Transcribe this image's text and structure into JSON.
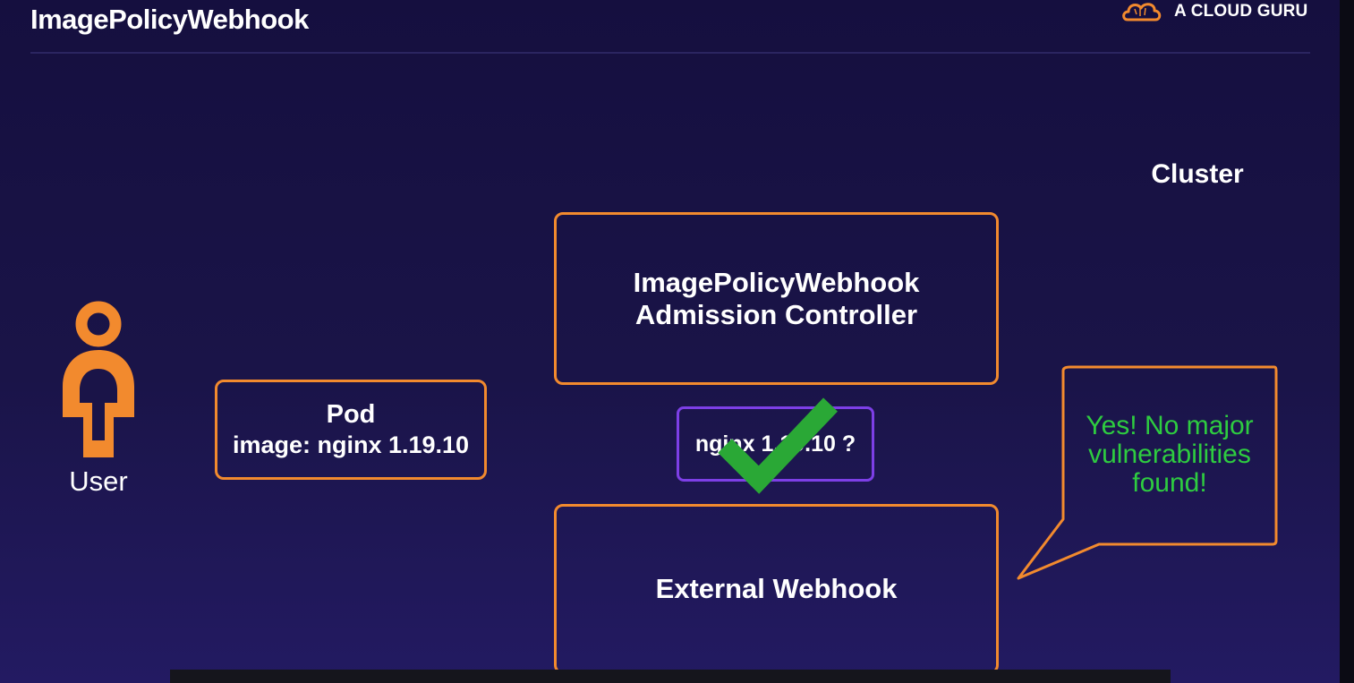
{
  "header": {
    "title": "ImagePolicyWebhook"
  },
  "brand": {
    "logo_text": "A CLOUD GURU",
    "logo_icon": "cloud-icon"
  },
  "diagram": {
    "cluster_label": "Cluster",
    "user": {
      "label": "User",
      "icon": "user-icon"
    },
    "pod": {
      "title": "Pod",
      "image": "image: nginx 1.19.10"
    },
    "admission_controller": {
      "line1": "ImagePolicyWebhook",
      "line2": "Admission Controller"
    },
    "query": {
      "text": "nginx 1.19.10 ?"
    },
    "external_webhook": {
      "label": "External Webhook"
    },
    "response": {
      "line1": "Yes! No major",
      "line2": "vulnerabilities",
      "line3": "found!"
    },
    "status_icon": "checkmark-icon"
  },
  "colors": {
    "background": "#1a1448",
    "accent_orange": "#f28a2e",
    "accent_purple": "#7d3fe6",
    "success_green": "#2ecc40"
  }
}
